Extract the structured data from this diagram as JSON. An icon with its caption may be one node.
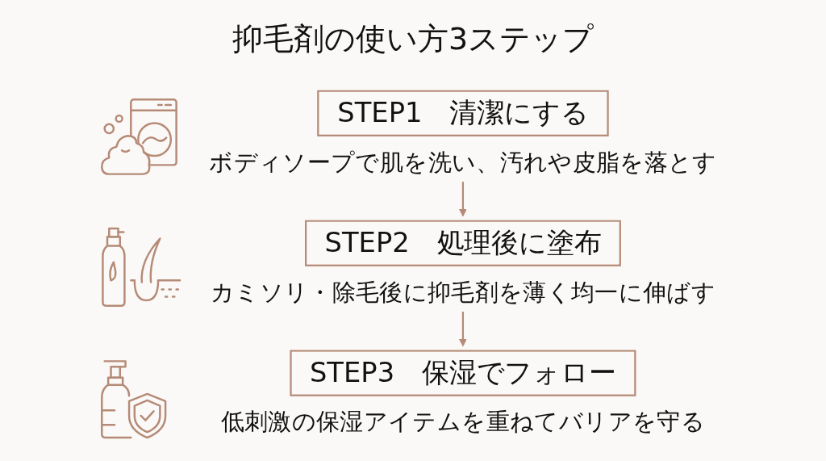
{
  "diagram": {
    "title": "抑毛剤の使い方3ステップ",
    "nodes": [
      {
        "text": [
          "STEP1　清潔にする"
        ],
        "beside": [
          "ボディソープで肌を洗い、汚れや皮脂を落とす"
        ]
      },
      {
        "text": [
          "STEP2　処理後に塗布"
        ],
        "beside": [
          "カミソリ・除毛後に抑毛剤を薄く均一に伸ばす"
        ]
      },
      {
        "text": [
          "STEP3　保湿でフォロー"
        ],
        "beside": [
          "低刺激の保湿アイテムを重ねてバリアを守る"
        ]
      }
    ],
    "edges": [
      {
        "from": 0,
        "to": 1,
        "arrow": "to"
      },
      {
        "from": 1,
        "to": 2,
        "arrow": "to"
      }
    ]
  }
}
